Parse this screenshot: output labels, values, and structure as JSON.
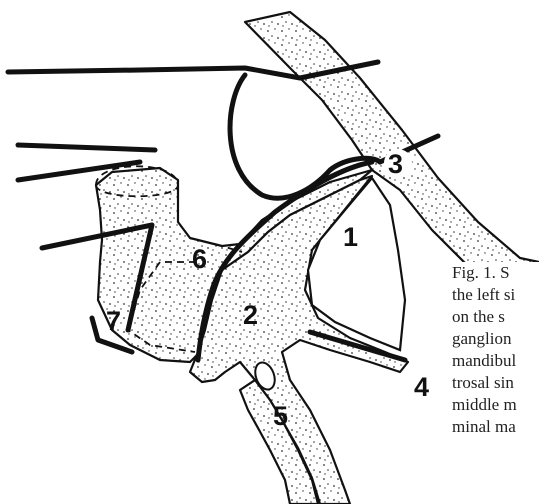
{
  "figure": {
    "labels": {
      "l1": "1",
      "l2": "2",
      "l3": "3",
      "l4": "4",
      "l5": "5",
      "l6": "6",
      "l7": "7"
    },
    "caption_lines": [
      "Fig. 1. S",
      "the left si",
      "on the s",
      "ganglion",
      "mandibul",
      "trosal sin",
      "middle m",
      "minal ma"
    ]
  }
}
